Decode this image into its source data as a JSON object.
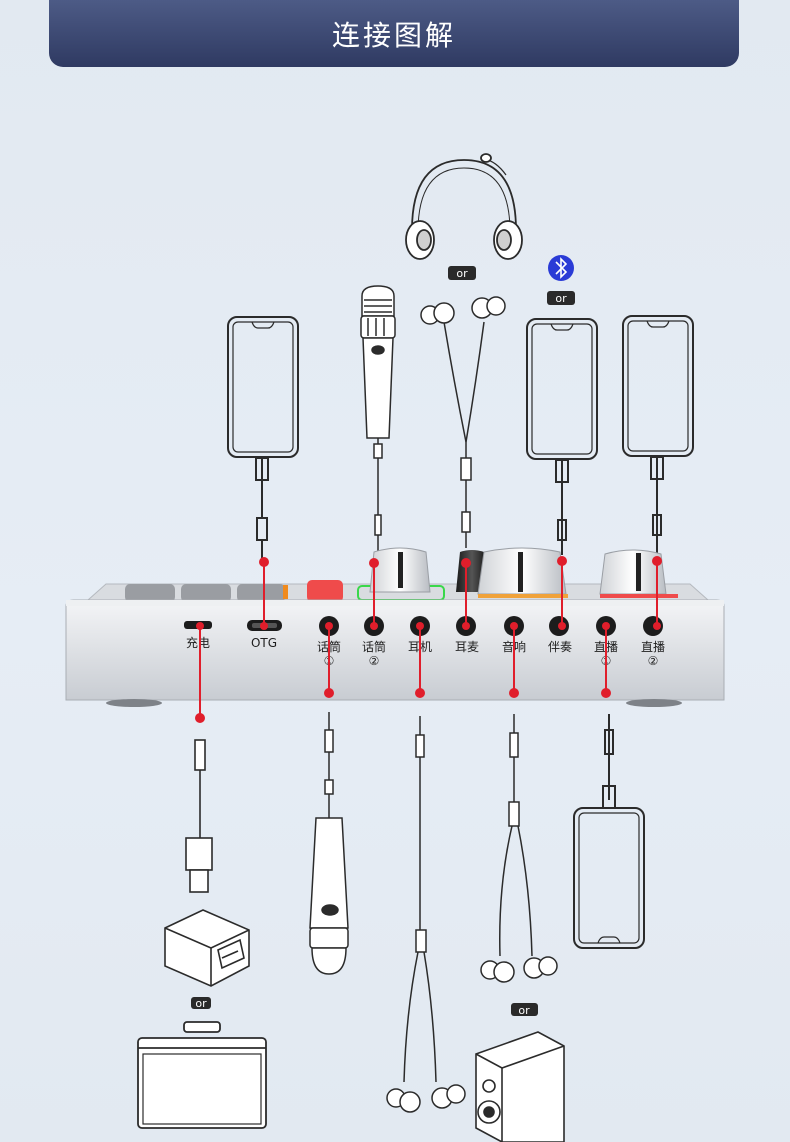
{
  "header": {
    "title": "连接图解"
  },
  "ports": [
    {
      "id": "charge",
      "label": "充电",
      "sub": ""
    },
    {
      "id": "otg",
      "label": "OTG",
      "sub": ""
    },
    {
      "id": "mic1",
      "label": "话筒",
      "sub": "①"
    },
    {
      "id": "mic2",
      "label": "话筒",
      "sub": "②"
    },
    {
      "id": "headphones",
      "label": "耳机",
      "sub": ""
    },
    {
      "id": "earmic",
      "label": "耳麦",
      "sub": ""
    },
    {
      "id": "speaker",
      "label": "音响",
      "sub": ""
    },
    {
      "id": "accomp",
      "label": "伴奏",
      "sub": ""
    },
    {
      "id": "live1",
      "label": "直播",
      "sub": "①"
    },
    {
      "id": "live2",
      "label": "直播",
      "sub": "②"
    }
  ],
  "or_badges": [
    "or",
    "or",
    "or",
    "or"
  ],
  "colors": {
    "banner": "#3c4870",
    "connector": "#e01e2b",
    "bluetooth": "#2a3bd6",
    "badge": "#2a2a2a"
  },
  "icons": [
    "bluetooth-icon",
    "headset-icon",
    "earphones-icon",
    "phone-icon",
    "microphone-icon",
    "power-adapter-icon",
    "speaker-icon",
    "tablet-icon"
  ]
}
